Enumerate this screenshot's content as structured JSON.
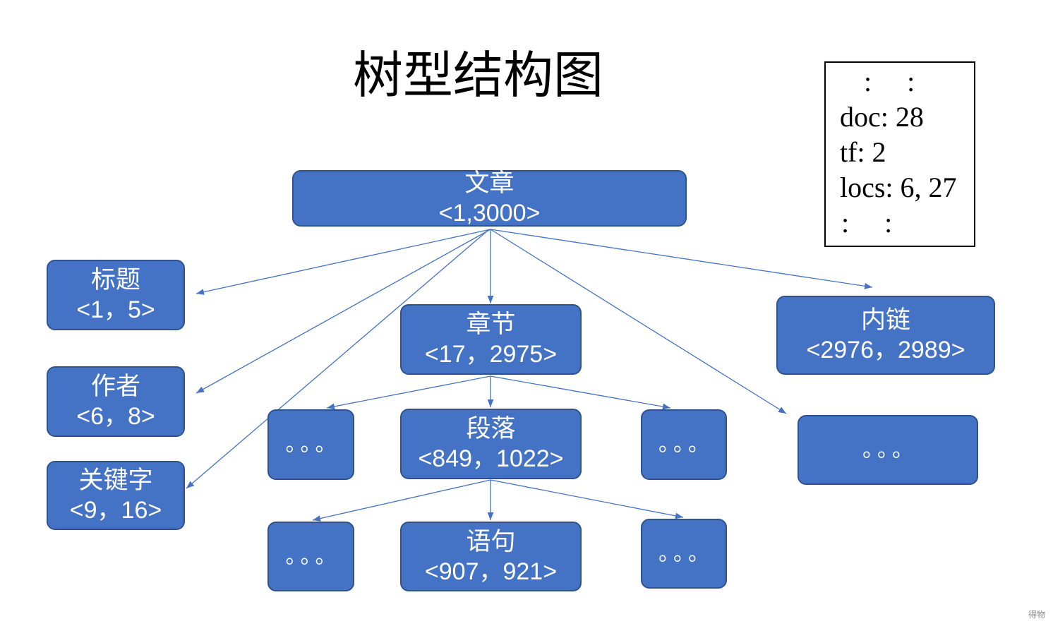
{
  "title": "树型结构图",
  "info_box": {
    "lines": [
      ":     :",
      "doc: 28",
      "tf: 2",
      "locs: 6, 27",
      ":     :"
    ]
  },
  "nodes": {
    "root": {
      "label": "文章",
      "range": "<1,3000>"
    },
    "title_field": {
      "label": "标题",
      "range": "<1，5>"
    },
    "author": {
      "label": "作者",
      "range": "<6，8>"
    },
    "keyword": {
      "label": "关键字",
      "range": "<9，16>"
    },
    "chapter": {
      "label": "章节",
      "range": "<17，2975>"
    },
    "inlink": {
      "label": "内链",
      "range": "<2976，2989>"
    },
    "paragraph": {
      "label": "段落",
      "range": "<849，1022>"
    },
    "sentence": {
      "label": "语句",
      "range": "<907，921>"
    }
  },
  "ellipsis_nodes": [
    "。。。",
    "。。。",
    "。。。",
    "。。。",
    "。。。"
  ],
  "colors": {
    "node_fill": "#4472C4",
    "node_border": "#2F528F",
    "edge": "#4472C4"
  },
  "watermark": "得物"
}
